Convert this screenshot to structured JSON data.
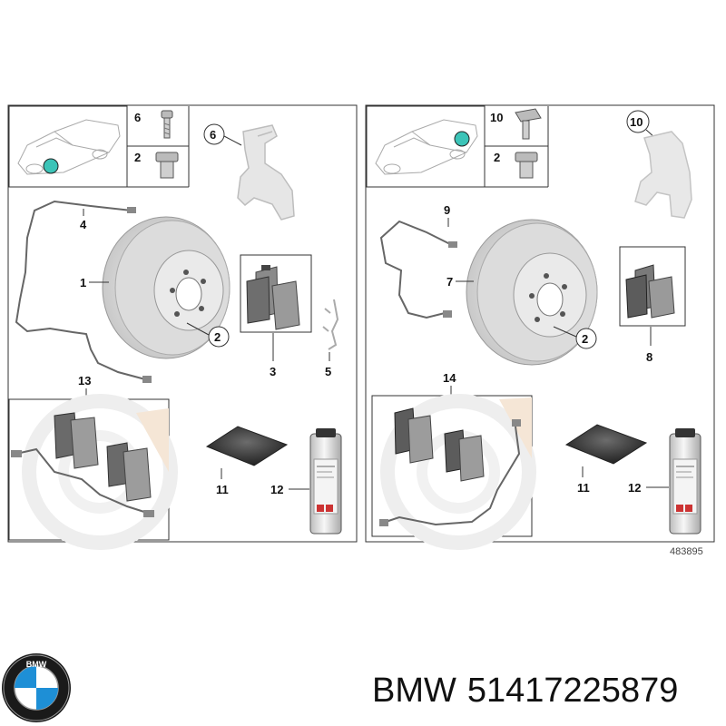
{
  "diagram": {
    "left_panel": {
      "callouts": [
        "6",
        "2",
        "6",
        "4",
        "1",
        "2",
        "3",
        "5",
        "13",
        "11",
        "12"
      ]
    },
    "right_panel": {
      "callouts": [
        "10",
        "2",
        "10",
        "9",
        "7",
        "2",
        "8",
        "14",
        "11",
        "12"
      ],
      "drawing_number": "483895"
    }
  },
  "footer": {
    "brand": "BMW",
    "part_number": "51417225879",
    "logo_letters": "BMW"
  },
  "colors": {
    "marker": "#3cc4b8",
    "part_grey": "#d8d8d8",
    "pad_dark": "#555555",
    "frame": "#333333",
    "brand_blue": "#1e8fd6"
  }
}
